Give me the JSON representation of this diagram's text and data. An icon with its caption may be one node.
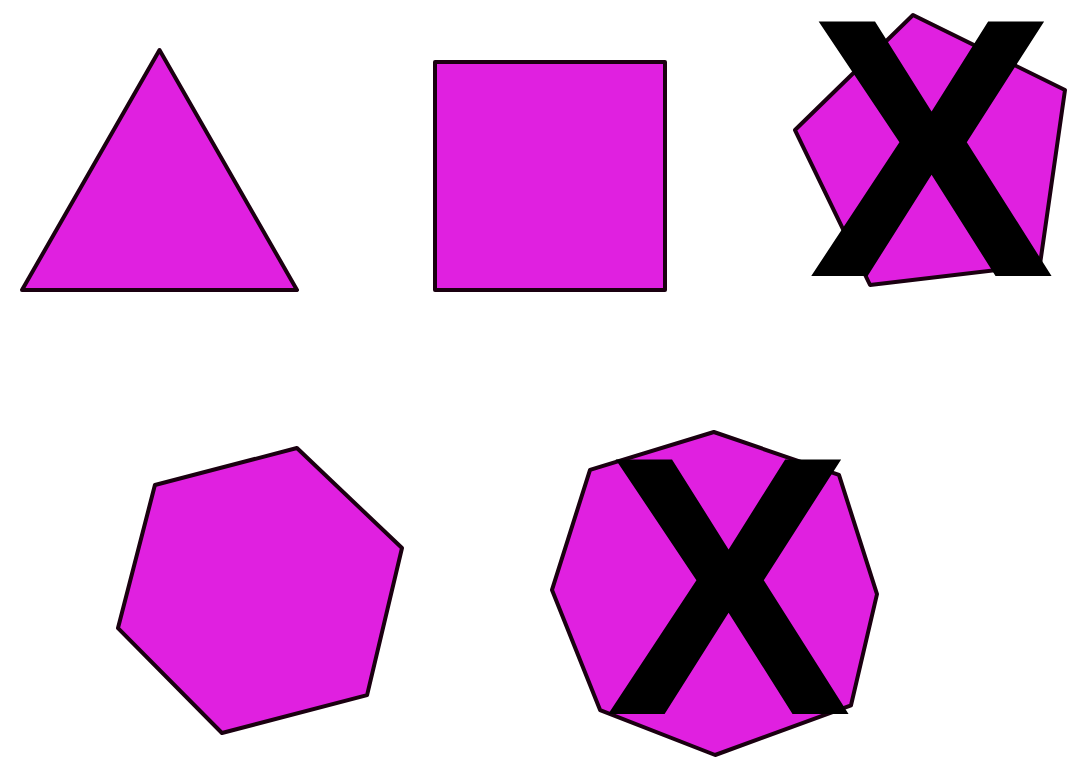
{
  "diagram": {
    "nodes": [
      {
        "text": [],
        "shape": "triangle"
      },
      {
        "text": [],
        "shape": "box"
      },
      {
        "text": [],
        "shape": "pentagon"
      },
      {
        "text": [],
        "shape": "hexagon"
      },
      {
        "text": [],
        "shape": "octagon"
      }
    ],
    "labels": [
      "X",
      "X"
    ]
  }
}
